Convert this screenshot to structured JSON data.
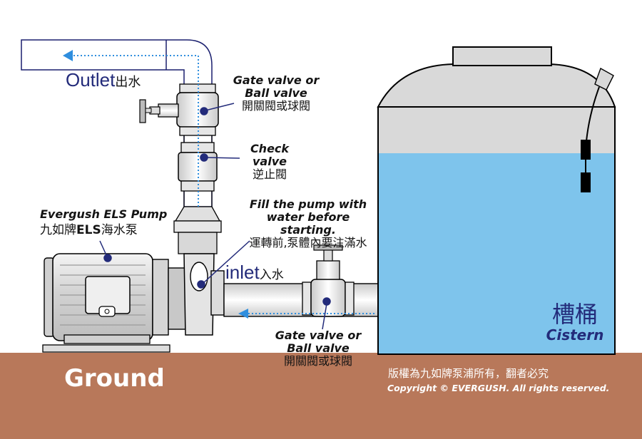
{
  "labels": {
    "outlet": "Outlet",
    "outlet_zh": "出水",
    "gate_valve_top_en_1": "Gate valve or",
    "gate_valve_top_en_2": "Ball valve",
    "gate_valve_top_zh": "開關閥或球閥",
    "check_valve_en_1": "Check",
    "check_valve_en_2": "valve",
    "check_valve_zh": "逆止閥",
    "fill_en_1": "Fill the pump with",
    "fill_en_2": "water before starting.",
    "fill_zh": "運轉前,泵體內要注滿水",
    "pump_en": "Evergush ELS Pump",
    "pump_zh_1": "九如牌",
    "pump_zh_brand": "ELS",
    "pump_zh_2": "海水泵",
    "inlet": "inlet",
    "inlet_zh": "入水",
    "gate_valve_bottom_en_1": "Gate valve or",
    "gate_valve_bottom_en_2": "Ball valve",
    "gate_valve_bottom_zh": "開關閥或球閥",
    "cistern_zh": "槽桶",
    "cistern_en": "Cistern",
    "ground": "Ground",
    "copyright_zh": "版權為九如牌泵浦所有，翻者必究",
    "copyright_en": "Copyright © EVERGUSH. All rights reserved."
  },
  "colors": {
    "ground": "#b8785a",
    "water": "#7ec4ec",
    "tank_top": "#d9d9d9",
    "flow_arrow": "#2f8ede",
    "pointer": "#232b7a",
    "outline": "#000000"
  }
}
